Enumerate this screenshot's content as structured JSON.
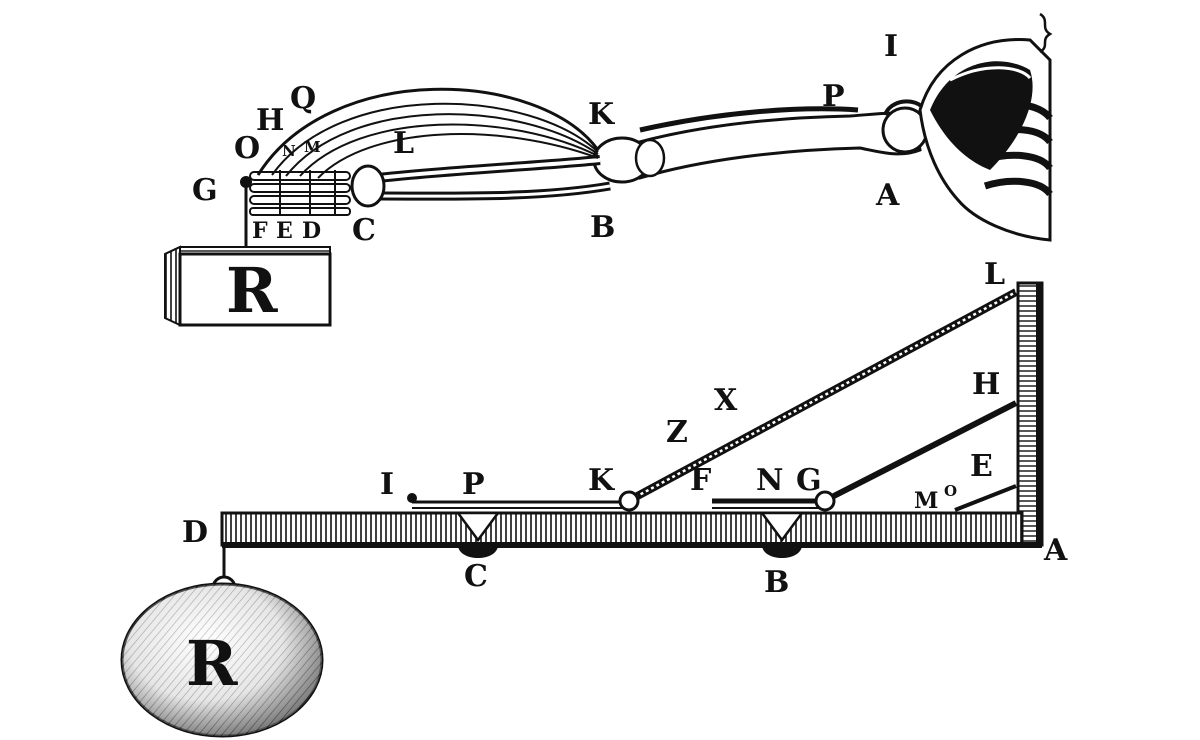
{
  "colors": {
    "ink": "#111111",
    "paper": "#ffffff"
  },
  "arm": {
    "labels": {
      "Q": "Q",
      "H": "H",
      "O": "O",
      "N": "N",
      "M": "M",
      "L": "L",
      "G": "G",
      "F": "F",
      "E": "E",
      "D": "D",
      "C": "C",
      "K": "K",
      "B": "B",
      "I": "I",
      "P": "P",
      "A": "A"
    },
    "weight_label": "R"
  },
  "lever": {
    "labels": {
      "L": "L",
      "X": "X",
      "Z": "Z",
      "H": "H",
      "E": "E",
      "I": "I",
      "P": "P",
      "K": "K",
      "F": "F",
      "N": "N",
      "G": "G",
      "M": "M",
      "O": "O",
      "D": "D",
      "C": "C",
      "B": "B",
      "A": "A"
    },
    "weight_label": "R"
  }
}
